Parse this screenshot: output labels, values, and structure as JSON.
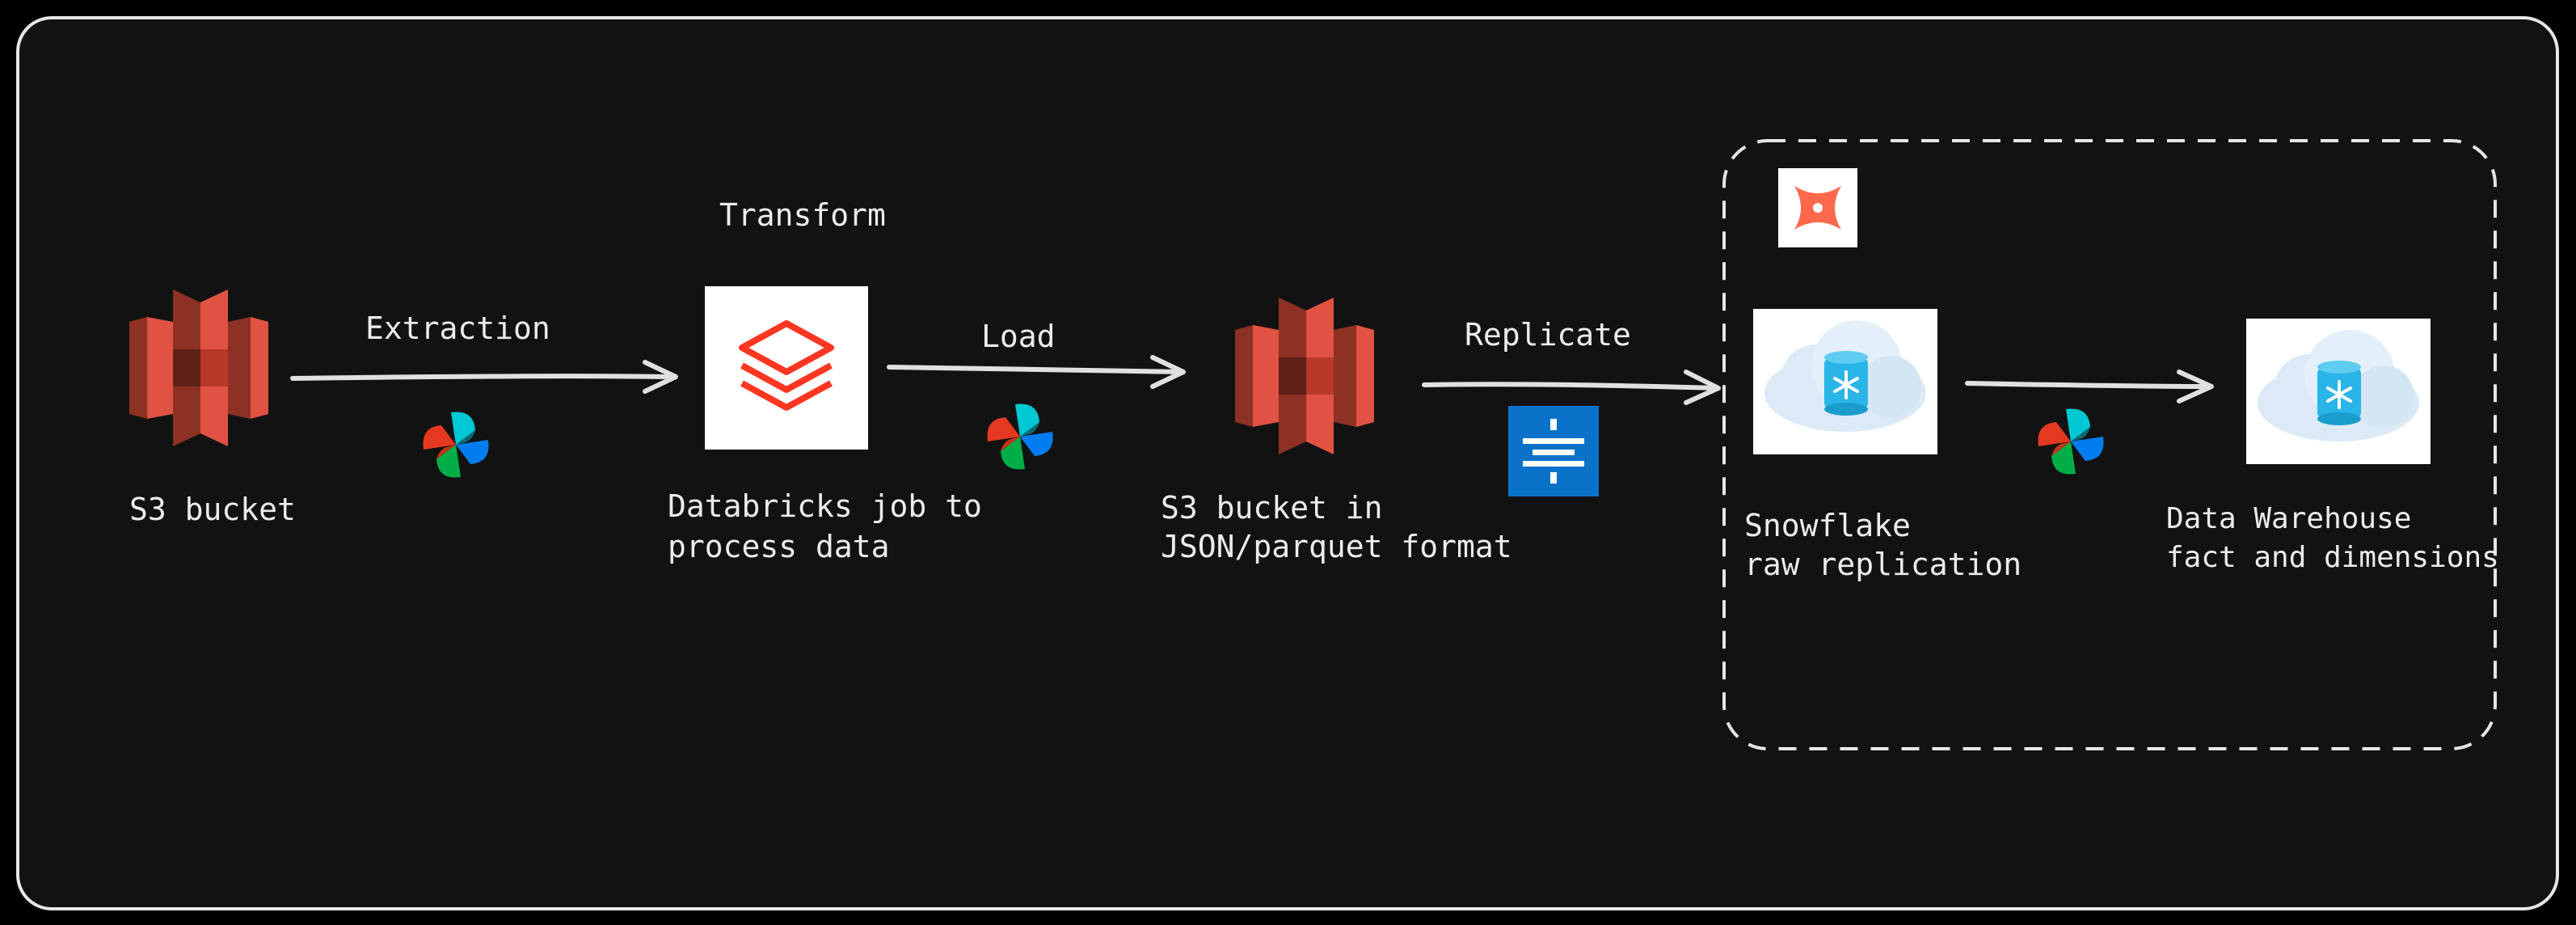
{
  "colors": {
    "background": "#121212",
    "frame": "#e6e6e6",
    "arrow": "#e0e0e0",
    "s3_light": "#e05243",
    "s3_dark": "#8c3123",
    "databricks": "#ff3621",
    "dbt": "#ff694b",
    "fivetran": "#0a73c9",
    "snowflake": "#29b5e8"
  },
  "nodes": {
    "s3_source": {
      "icon": "aws-s3-icon",
      "label": "S3 bucket"
    },
    "databricks": {
      "icon": "databricks-icon",
      "label_line1": "Databricks job to",
      "label_line2": "process data",
      "title": "Transform"
    },
    "s3_target": {
      "icon": "aws-s3-icon",
      "label_line1": "S3 bucket in",
      "label_line2": "JSON/parquet format"
    },
    "snowflake_raw": {
      "icon": "snowflake-cloud-icon",
      "label_line1": "Snowflake",
      "label_line2": "raw replication"
    },
    "warehouse": {
      "icon": "snowflake-cloud-icon",
      "label_line1": "Data Warehouse",
      "label_line2": "fact and dimensions"
    },
    "dbt": {
      "icon": "dbt-icon"
    }
  },
  "edges": {
    "extraction": {
      "label": "Extraction",
      "tool": "airflow-icon"
    },
    "load": {
      "label": "Load",
      "tool": "airflow-icon"
    },
    "replicate": {
      "label": "Replicate",
      "tool": "fivetran-icon"
    },
    "warehouse_load": {
      "label": "",
      "tool": "airflow-icon"
    }
  }
}
